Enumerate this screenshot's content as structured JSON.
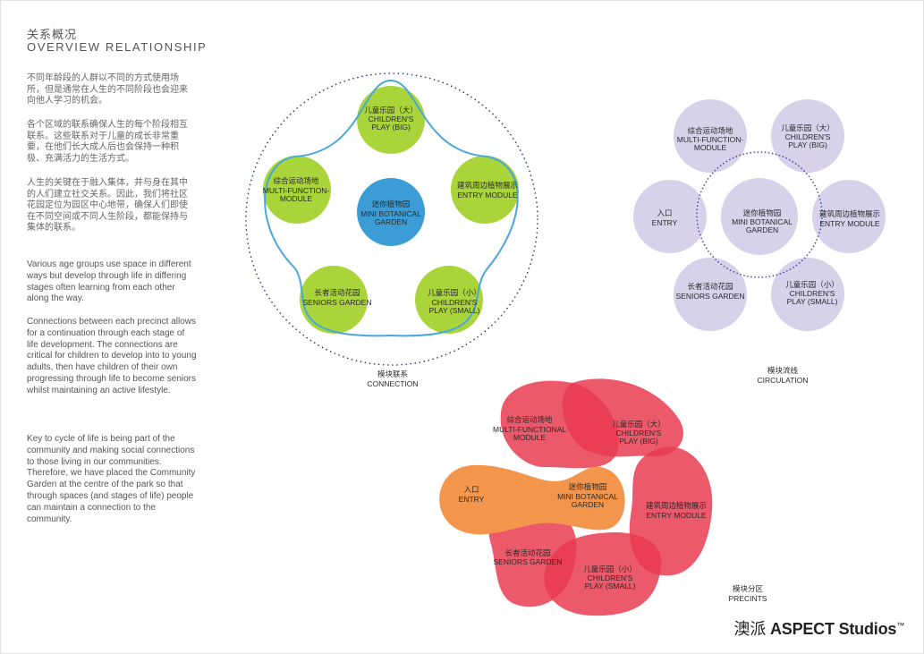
{
  "title": {
    "cn": "关系概况",
    "en": "OVERVIEW RELATIONSHIP"
  },
  "text_cn": [
    "不同年龄段的人群以不同的方式使用场所，但是通常在人生的不同阶段也会迎来向他人学习的机会。",
    "各个区域的联系确保人生的每个阶段相互联系。这些联系对于儿童的成长非常重要，在他们长大成人后也会保持一种积极、充满活力的生活方式。",
    "人生的关键在于融入集体，并与身在其中的人们建立社交关系。因此，我们将社区花园定位为园区中心地带，确保人们即使在不同空间或不同人生阶段，都能保持与集体的联系。"
  ],
  "text_en": [
    "Various age groups use space in different ways but develop through life in differing stages often learning from each other along the way.",
    "Connections between each precinct allows for a continuation through each stage of life development. The connections are critical for children to develop into to young adults, then have children of their own progressing through life to become seniors whilst maintaining an active lifestyle.",
    "Key to cycle of life is being part of the community and making social connections to those living in our communities. Therefore, we have placed the Community Garden at the centre of the park so that through spaces (and stages of life) people can maintain a connection to the community."
  ],
  "connection": {
    "caption_cn": "模块联系",
    "caption_en": "CONNECTION",
    "nodes": {
      "children_big": {
        "cn": "儿童乐园（大）",
        "en1": "CHILDREN'S",
        "en2": "PLAY (BIG)"
      },
      "multi": {
        "cn": "综合运动场地",
        "en1": "MULTI-FUNCTION-",
        "en2": "MODULE"
      },
      "entry_module": {
        "cn": "建筑周边植物展示",
        "en1": "ENTRY MODULE"
      },
      "mini": {
        "cn": "迷你植物园",
        "en1": "MINI BOTANICAL",
        "en2": "GARDEN"
      },
      "seniors": {
        "cn": "长者活动花园",
        "en1": "SENIORS GARDEN"
      },
      "children_small": {
        "cn": "儿童乐园（小）",
        "en1": "CHILDREN'S",
        "en2": "PLAY (SMALL)"
      }
    }
  },
  "circulation": {
    "caption_cn": "模块流线",
    "caption_en": "CIRCULATION",
    "nodes": {
      "multi": {
        "cn": "综合运动场地",
        "en1": "MULTI-FUNCTION-",
        "en2": "MODULE"
      },
      "children_big": {
        "cn": "儿童乐园（大）",
        "en1": "CHILDREN'S",
        "en2": "PLAY (BIG)"
      },
      "entry": {
        "cn": "入口",
        "en1": "ENTRY"
      },
      "mini": {
        "cn": "迷你植物园",
        "en1": "MINI BOTANICAL",
        "en2": "GARDEN"
      },
      "entry_module": {
        "cn": "建筑周边植物展示",
        "en1": "ENTRY MODULE"
      },
      "seniors": {
        "cn": "长者活动花园",
        "en1": "SENIORS GARDEN"
      },
      "children_small": {
        "cn": "儿童乐园（小）",
        "en1": "CHILDREN'S",
        "en2": "PLAY (SMALL)"
      }
    }
  },
  "precincts": {
    "caption_cn": "模块分区",
    "caption_en": "PRECINTS",
    "nodes": {
      "multi": {
        "cn": "综合运动场地",
        "en1": "MULTI-FUNCTIONAL",
        "en2": "MODULE"
      },
      "children_big": {
        "cn": "儿童乐园（大）",
        "en1": "CHILDREN'S",
        "en2": "PLAY (BIG)"
      },
      "entry": {
        "cn": "入口",
        "en1": "ENTRY"
      },
      "mini": {
        "cn": "迷你植物园",
        "en1": "MINI BOTANICAL",
        "en2": "GARDEN"
      },
      "entry_module": {
        "cn": "建筑周边植物展示",
        "en1": "ENTRY MODULE"
      },
      "seniors": {
        "cn": "长者活动花园",
        "en1": "SENIORS GARDEN"
      },
      "children_small": {
        "cn": "儿童乐园（小）",
        "en1": "CHILDREN'S",
        "en2": "PLAY (SMALL)"
      }
    }
  },
  "logo": {
    "cn": "澳派",
    "en": "ASPECT Studios",
    "tm": "™"
  },
  "colors": {
    "green": "#a9d43a",
    "blue": "#3c9dd6",
    "lavender": "#d7d1ea",
    "red": "#e8394f",
    "orange": "#f3954a",
    "outline": "#4aa6dc"
  }
}
